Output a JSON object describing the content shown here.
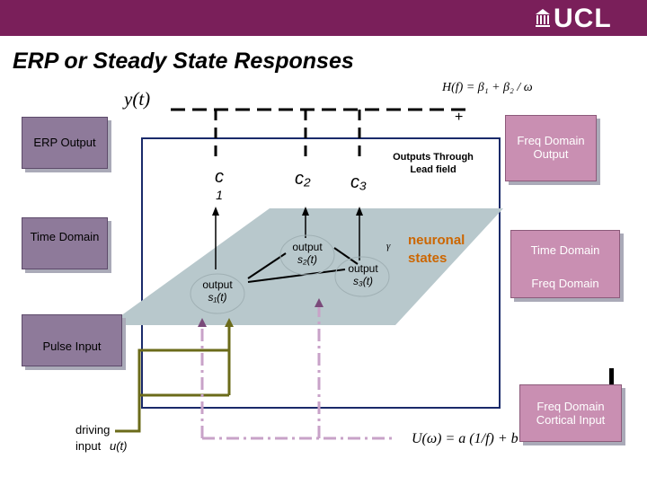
{
  "header": {
    "logo_text": "UCL"
  },
  "title": "ERP or Steady State Responses",
  "formulas": {
    "y_t": "y(t)",
    "H_f": "H(f) = β₁ + β₂ / ω",
    "plus": "+",
    "U_omega": "U(ω) = a (1/f) + b"
  },
  "left_boxes": {
    "erp_output": "ERP Output",
    "time_domain": "Time Domain",
    "pulse_input": "Pulse Input"
  },
  "right_boxes": {
    "freq_domain_output": "Freq Domain Output",
    "time_domain": "Time Domain",
    "freq_domain": "Freq Domain",
    "freq_domain_cortical_input": "Freq Domain Cortical Input"
  },
  "diagram": {
    "c1_letter": "c",
    "c1_index": "1",
    "c2": "c₂",
    "c3": "c₃",
    "outputs_through": "Outputs Through Lead field",
    "neuronal_states": "neuronal states",
    "output_label": "output",
    "s1": "s₁(t)",
    "s2": "s₂(t)",
    "s3": "s₃(t)",
    "gamma": "γ",
    "driving_input": "driving input",
    "u_t": "u(t)"
  },
  "colors": {
    "header": "#7a1f5a",
    "violet_box": "#8e7a9a",
    "pink_box": "#c98fb2",
    "plane": "#b8c8cc",
    "neuronal_text": "#cc6600",
    "driving_line": "#6b6b1a",
    "pulse_line": "#c8a2c8"
  }
}
